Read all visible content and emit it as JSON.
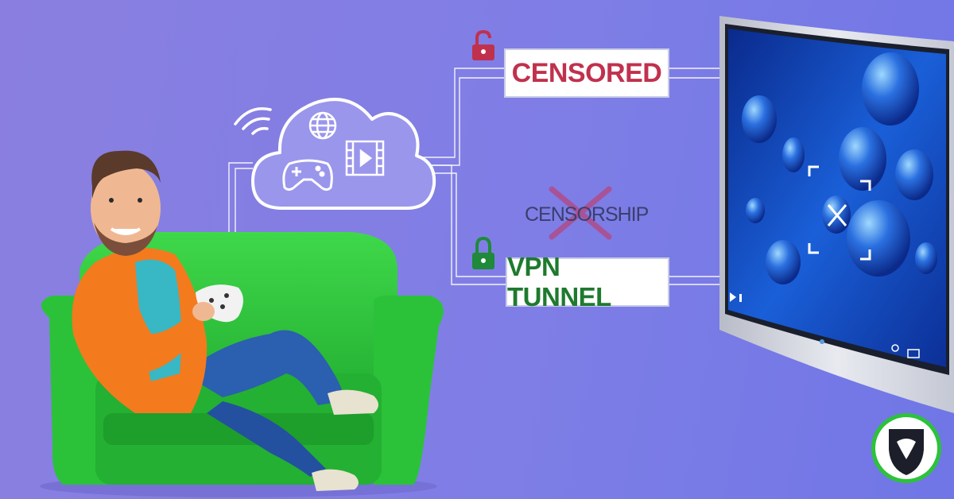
{
  "labels": {
    "censored": "CENSORED",
    "censorship": "CENSORSHIP",
    "vpn_tunnel": "VPN TUNNEL"
  },
  "colors": {
    "background": "#8080e4",
    "censored_text": "#c0314e",
    "vpn_text": "#1e7a2e",
    "censorship_text": "#3a3f6e",
    "cross_mark": "#b04c8a",
    "lock_red": "#c0314e",
    "lock_green": "#1e8a3a",
    "sofa_green": "#2cc23a",
    "screen_blue": "#1a52c8"
  },
  "icons": {
    "cloud": "cloud-icon",
    "globe": "globe-icon",
    "gamepad": "gamepad-icon",
    "video": "video-icon",
    "wifi": "wifi-icon",
    "lock_open": "unlocked-padlock-icon",
    "lock_closed": "locked-padlock-icon",
    "cross": "x-mark-icon",
    "logo": "shield-logo"
  }
}
